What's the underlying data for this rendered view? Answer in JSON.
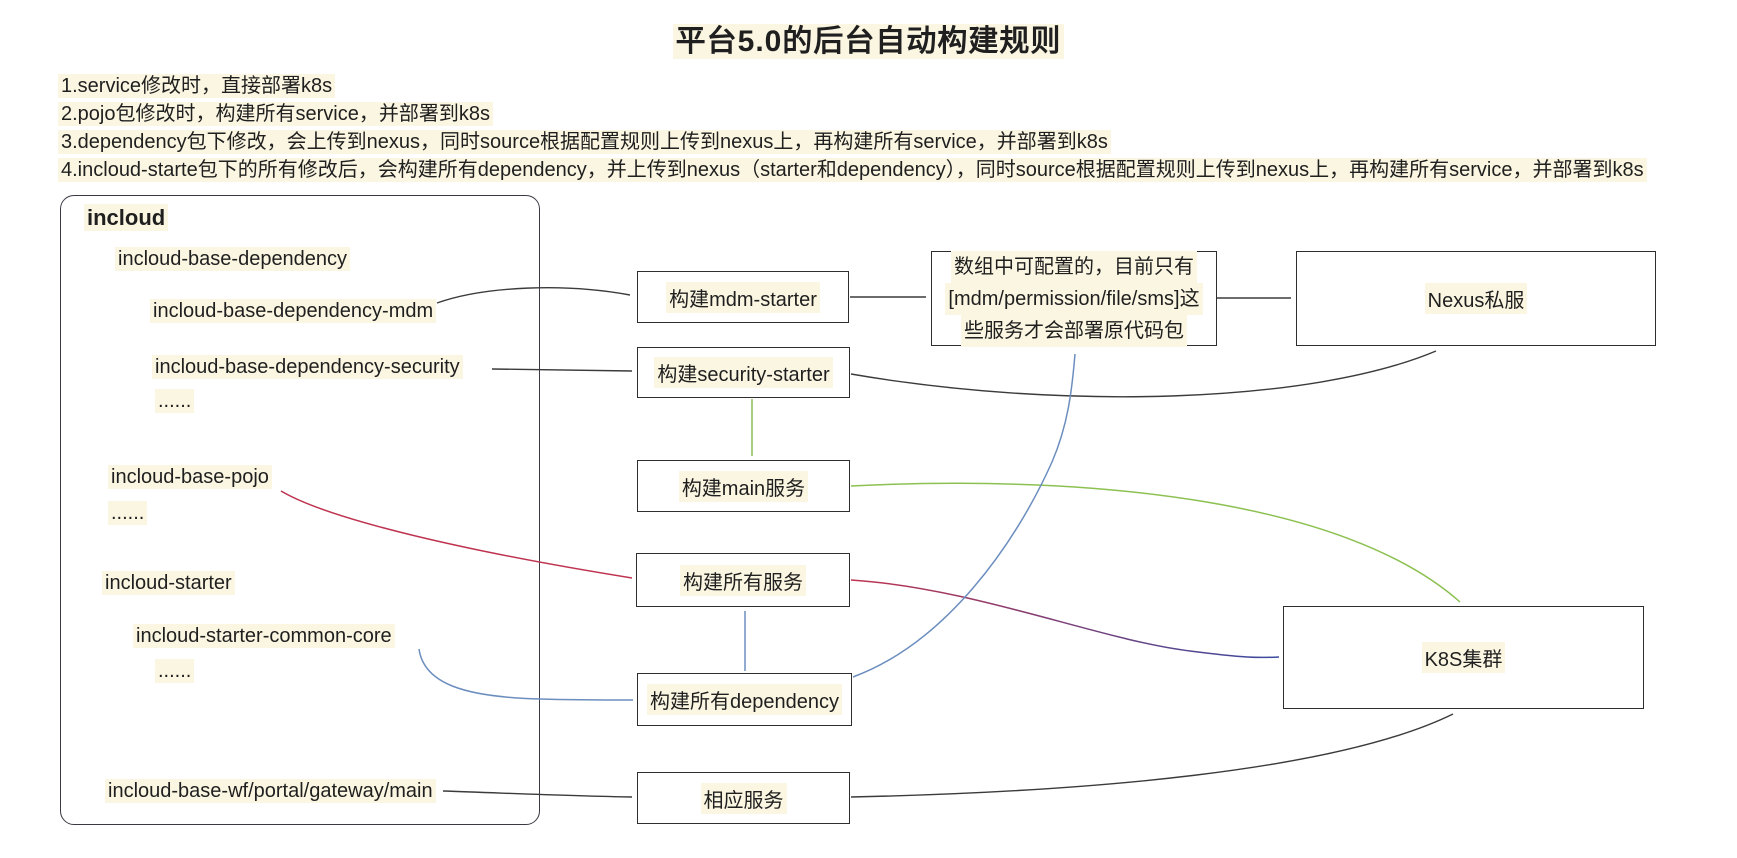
{
  "title": "平台5.0的后台自动构建规则",
  "rules": [
    "1.service修改时，直接部署k8s",
    "2.pojo包修改时，构建所有service，并部署到k8s",
    "3.dependency包下修改，会上传到nexus，同时source根据配置规则上传到nexus上，再构建所有service，并部署到k8s",
    "4.incloud-starte包下的所有修改后，会构建所有dependency，并上传到nexus（starter和dependency），同时source根据配置规则上传到nexus上，再构建所有service，并部署到k8s"
  ],
  "incloud": {
    "label": "incloud",
    "items": [
      "incloud-base-dependency",
      "incloud-base-dependency-mdm",
      "incloud-base-dependency-security",
      "......",
      "incloud-base-pojo",
      "......",
      "incloud-starter",
      "incloud-starter-common-core",
      "......",
      "incloud-base-wf/portal/gateway/main"
    ]
  },
  "nodes": {
    "build_mdm_starter": "构建mdm-starter",
    "build_security_starter": "构建security-starter",
    "build_main_service": "构建main服务",
    "build_all_services": "构建所有服务",
    "build_all_dependency": "构建所有dependency",
    "corresponding_service": "相应服务",
    "config_note_line1": "数组中可配置的，目前只有",
    "config_note_line2": "[mdm/permission/file/sms]这",
    "config_note_line3": "些服务才会部署原代码包",
    "nexus": "Nexus私服",
    "k8s": "K8S集群"
  },
  "colors": {
    "highlight": "#FBF6E2",
    "arrow_black": "#3b3b3b",
    "arrow_green": "#8CC152",
    "arrow_blue": "#6C8EBF",
    "arrow_red": "#BE3450",
    "arrow_darkblue": "#3A4BA0"
  }
}
